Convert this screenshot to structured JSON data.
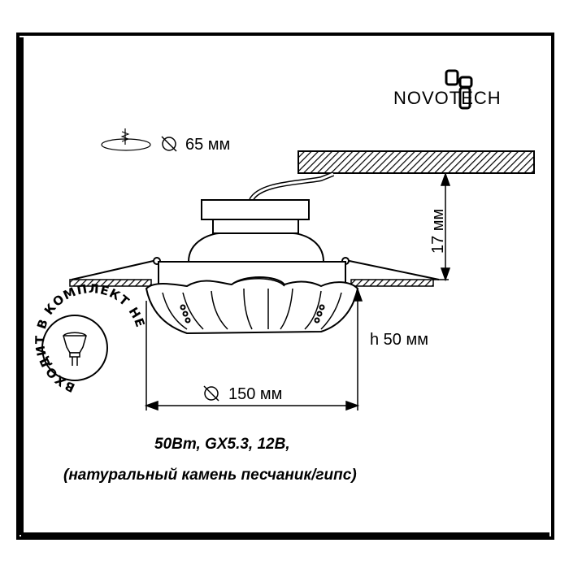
{
  "brand": {
    "logo_text": "NOVOTECH"
  },
  "cutout": {
    "label": "65 мм",
    "icon": "cutout-diameter-icon"
  },
  "dimensions": {
    "height_from_ceiling": "17 мм",
    "height": "h 50 мм",
    "diameter": "150 мм"
  },
  "badge": {
    "text": "ВХОДИТ В КОМПЛЕКТ НЕ",
    "icon": "mr16-lamp-icon"
  },
  "specs": {
    "line1": "50Вт, GX5.3, 12В,",
    "line2": "(натуральный камень песчаник/гипс)"
  }
}
